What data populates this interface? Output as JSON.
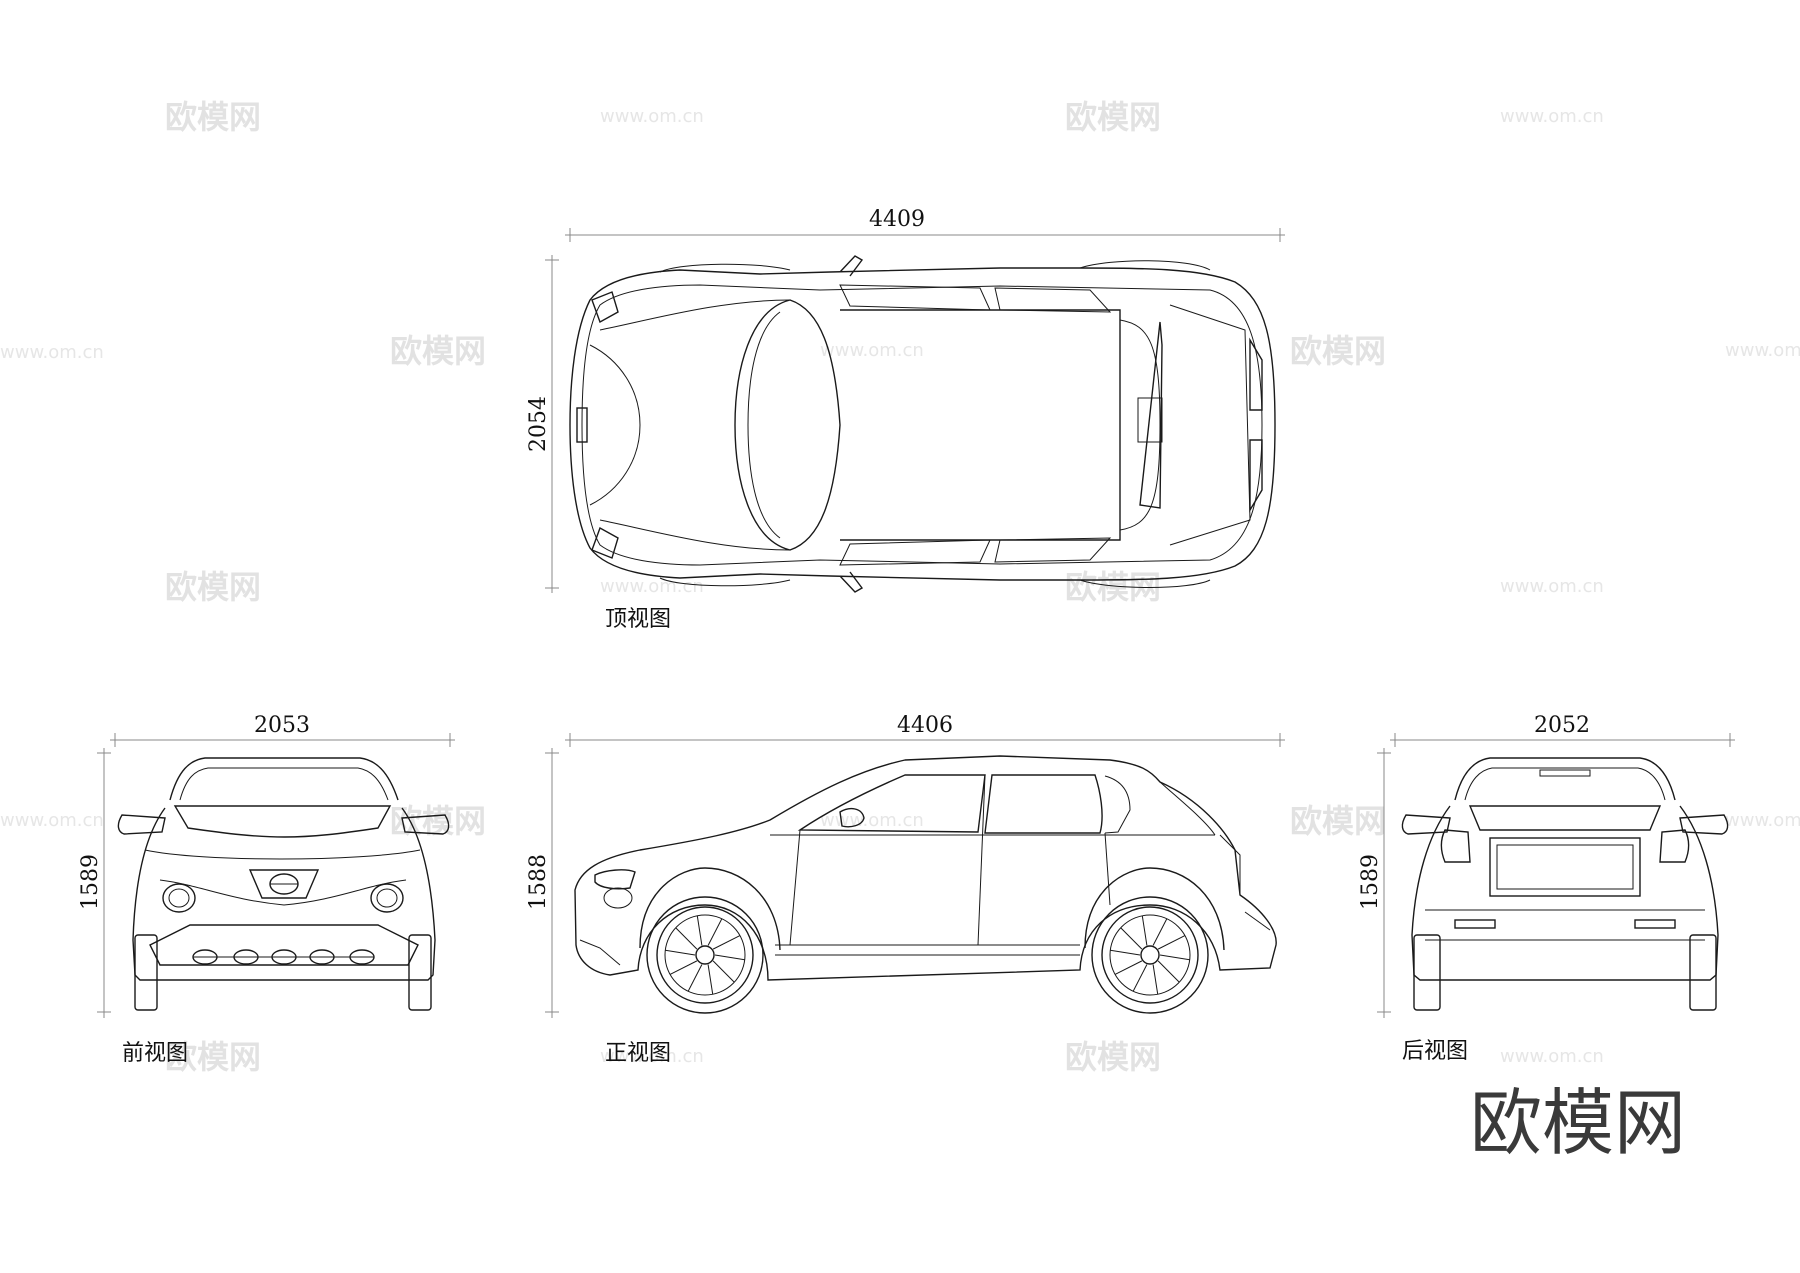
{
  "watermark": {
    "brand": "欧模网",
    "url": "www.om.cn"
  },
  "views": {
    "top": {
      "label": "顶视图",
      "length": "4409",
      "width": "2054"
    },
    "front": {
      "label": "前视图",
      "width": "2053",
      "height": "1589"
    },
    "side": {
      "label": "正视图",
      "length": "4406",
      "height": "1588"
    },
    "rear": {
      "label": "后视图",
      "width": "2052",
      "height": "1589"
    }
  },
  "corner_logo": "欧模网"
}
